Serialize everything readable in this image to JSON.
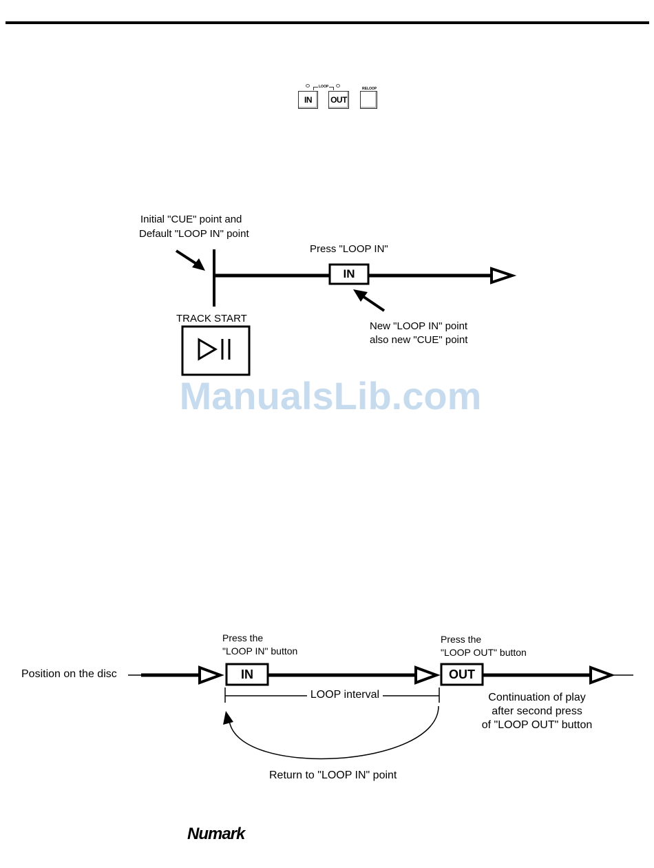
{
  "panel": {
    "loop_label": "LOOP",
    "reloop_label": "RELOOP",
    "in_button": "IN",
    "out_button": "OUT"
  },
  "diagram1": {
    "cue_label_line1": "Initial \"CUE\" point and",
    "cue_label_line2": "Default \"LOOP IN\" point",
    "press_loop_in": "Press \"LOOP IN\"",
    "in_box": "IN",
    "track_start": "TRACK START",
    "new_point_line1": "New \"LOOP IN\" point",
    "new_point_line2": "also new \"CUE\" point"
  },
  "watermark": "ManualsLib.com",
  "diagram2": {
    "position_label": "Position on the disc",
    "press_in_line1": "Press the",
    "press_in_line2": "\"LOOP IN\" button",
    "press_out_line1": "Press the",
    "press_out_line2": "\"LOOP OUT\" button",
    "in_box": "IN",
    "out_box": "OUT",
    "loop_interval": "LOOP interval",
    "continuation_line1": "Continuation of play",
    "continuation_line2": "after second press",
    "continuation_line3": "of \"LOOP OUT\" button",
    "return_label": "Return to \"LOOP IN\" point"
  },
  "footer": {
    "brand": "Numark"
  }
}
